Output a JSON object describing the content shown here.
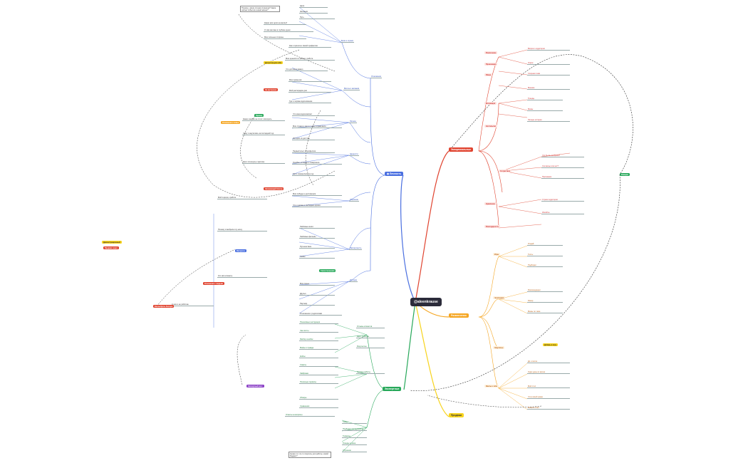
{
  "app": {
    "center_label": "@aleenkrause",
    "colors": {
      "blue": "#4a6fe0",
      "red": "#e0432f",
      "orange": "#f5a623",
      "green": "#27a85a",
      "yellow": "#f7d31c",
      "purple": "#8a3fc6",
      "dark": "#2b2b3a"
    }
  },
  "hubs": {
    "blue": "Личность",
    "red": "Эмоциональные",
    "orange": "Развлечения",
    "yellow": "Продажи",
    "green": "Экспертные"
  },
  "blue_branch": {
    "s1": "Боли и страхи",
    "s2": "Мечты и желания",
    "s3": "Личное",
    "s4": "Ценности",
    "s5": "Обучение",
    "s6": "Экспертность",
    "s7": "Истории",
    "s8": "Отношения",
    "tag_yellow": "Допустим для себя",
    "tag_red": "Не настроена",
    "tag_green": "Пример",
    "tag_orange": "Отношения к семье",
    "tag_red2": "Начинающий блогер",
    "tag_yellow2": "Демонстрационный",
    "tag_red3": "Продажа через",
    "tag_blue2": "Интересы",
    "tag_green2": "Самоотношения",
    "tag_red4": "Отношения с людьми",
    "tag_red5": "Как выбрать блогера",
    "note_top": "Почему у меня личная страница? Какие сейчас события в моей жизни?",
    "n1": "Цели",
    "n2": "Желания",
    "n3": "Путь",
    "n4": "Какие мои цели на месяц?",
    "n5": "О чём мечтаю в глубине души",
    "n6": "Мои сильные стороны",
    "n7": "Как я пришла к своей профессии",
    "n8": "Мои ценности в жизни и работе",
    "n9": "Что для меня важно",
    "n10": "Мои привычки",
    "n11": "Мой распорядок дня",
    "n12": "Где я черпаю вдохновение",
    "n13": "Что меня вдохновляет",
    "n14": "Мои страхи и как я с ними справляюсь",
    "n15": "Истории из детства",
    "n16": "Первый опыт в профессии",
    "n17": "Ошибки, которые я совершала",
    "n18": "Как я изменилась за год",
    "n19": "Мои победы и достижения",
    "n20": "Что я делаю в свободное время",
    "n21": "Любимые книги",
    "n22": "Любимые фильмы",
    "n23": "Путешествия",
    "n24": "Хобби",
    "n25": "Моя семья",
    "n26": "Друзья",
    "n27": "Партнёр",
    "n28": "Отношения с родителями",
    "n29": "Какие ошибки не стоит повторять",
    "n30": "Чему я научилась за последний год",
    "n31": "Как я отношусь к критике",
    "n32": "Мой подход к работе",
    "n33": "Почему я выбрала эту нишу",
    "n34": "Кто мои клиенты",
    "n35": "С кем я не работаю"
  },
  "red_branch": {
    "r1": "Вовлечение",
    "r2": "Провокация",
    "r3": "Юмор",
    "r4": "Мотивация",
    "r5": "Ностальгия",
    "r6": "Сочувствие",
    "r7": "Удивление",
    "r8": "Благодарность",
    "r9": "Вопрос к аудитории",
    "r10": "Опрос",
    "r11": "Спорная тема",
    "r12": "Мнение",
    "r13": "Тренды",
    "r14": "Мемы",
    "r15": "Личные истории",
    "r16": "Что бы вы выбрали?",
    "r17": "Согласны или нет?",
    "r18": "Признание",
    "r19": "Страхи аудитории",
    "r20": "Инсайты",
    "tag_green": "Реакции"
  },
  "orange_branch": {
    "o1": "Игры",
    "o2": "Челленджи",
    "o3": "Закулисье",
    "o4": "Факты о себе",
    "o5": "Угадай",
    "o6": "Тесты",
    "o7": "Подборки",
    "o8": "Рекомендации",
    "o9": "Юмор",
    "o10": "Мемы по теме",
    "o11": "До и после",
    "o12": "Один день из жизни",
    "o13": "Мой стол",
    "o14": "Что в моей сумке",
    "o15": "Вопрос-ответ",
    "tag_yellow": "Добавь в игру"
  },
  "green_branch": {
    "tag_purple": "Экспертный пост",
    "g1": "Пошаговые инструкции",
    "g2": "Чек-листы",
    "g3": "Разбор ошибок",
    "g4": "Мифы и правда",
    "g5": "Кейсы",
    "g6": "Советы",
    "g7": "Лайфхаки",
    "g8": "Полезные сервисы",
    "g9": "Обзоры",
    "g10": "Сравнения",
    "g11": "Ответы на вопросы",
    "g12": "Гайды",
    "g13": "Подборки инструментов",
    "g14": "Термины",
    "g15": "Тренды в нише",
    "g16": "Обучение",
    "g17": "Пример работы",
    "g18": "Отзывы клиентов",
    "g19": "Как я работаю",
    "g20": "Результаты",
    "bottom_note": "Нужно ли что-то покупать для работы, какой бюджет?"
  }
}
